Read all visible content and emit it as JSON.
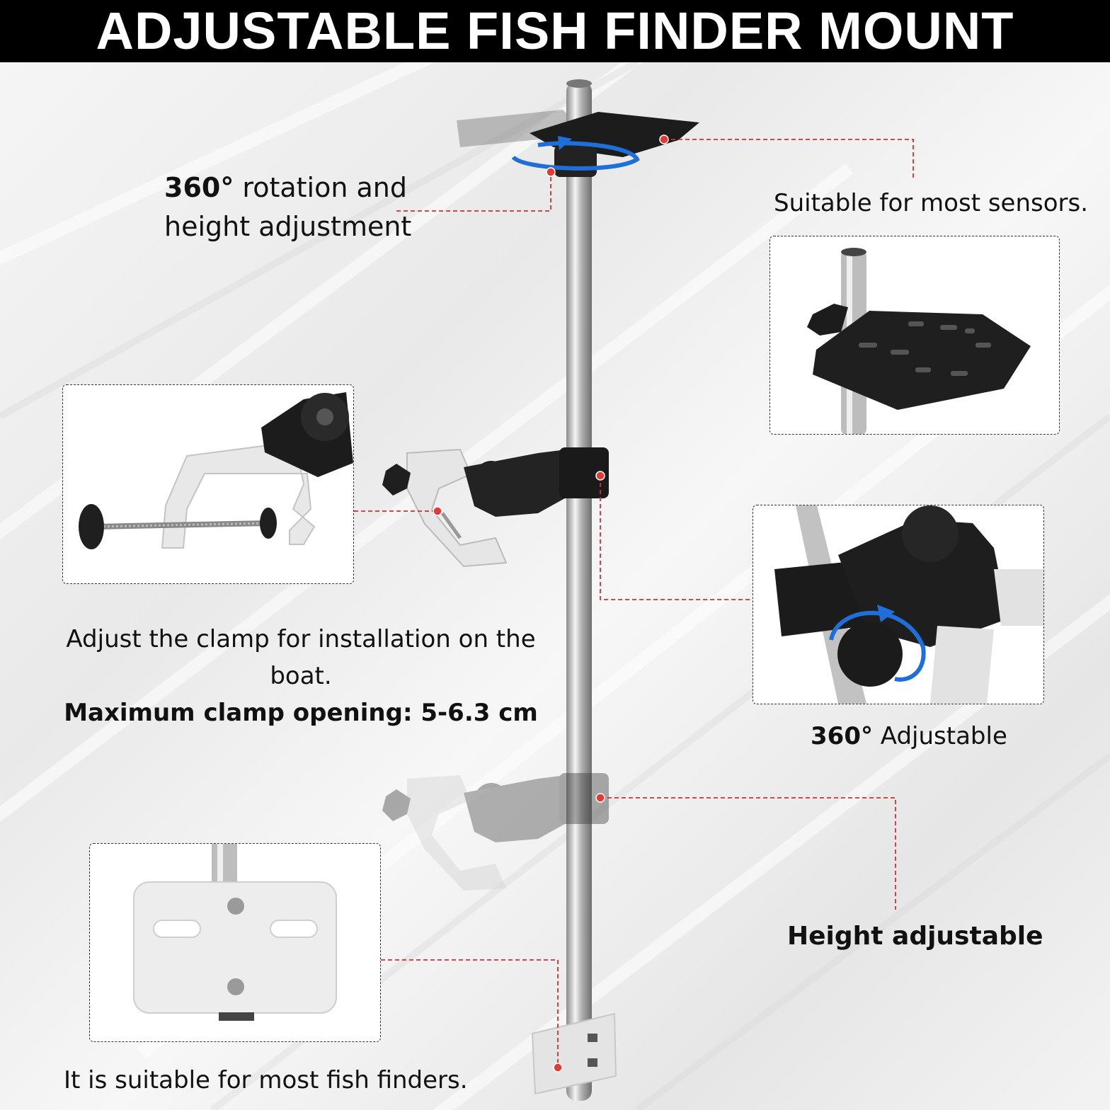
{
  "header": {
    "title": "ADJUSTABLE FISH FINDER MOUNT"
  },
  "callouts": {
    "rotation": {
      "bold": "360°",
      "rest": " rotation and",
      "line2": "height adjustment"
    },
    "sensors": "Suitable for most sensors.",
    "clamp": {
      "line1": "Adjust the clamp for installation on the boat.",
      "line2": "Maximum clamp opening: 5-6.3 cm"
    },
    "adjustable": {
      "bold": "360°",
      "rest": " Adjustable"
    },
    "height": "Height adjustable",
    "finders": "It is suitable for most fish finders."
  },
  "colors": {
    "title_bg": "#000000",
    "title_text": "#ffffff",
    "leader_line": "#d32f2f",
    "marker": "#e53935",
    "rotation_arrow": "#1e6fd9",
    "pole": "#b8b8b8",
    "plastic": "#1c1c1c",
    "aluminium": "#e4e4e4"
  },
  "icons": [
    "rotation-arrow-icon",
    "marker-dot-icon"
  ]
}
